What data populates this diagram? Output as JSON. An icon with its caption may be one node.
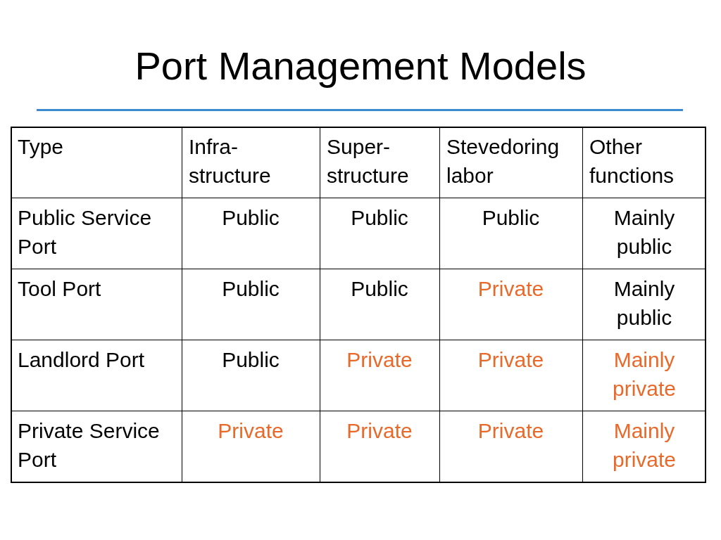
{
  "diagram": {
    "title": "Port Management Models",
    "labels": [
      "Type",
      "Infra- structure",
      "Super- structure",
      "Stevedoring labor",
      "Other functions",
      "Public Service Port",
      "Public",
      "Public",
      "Public",
      "Mainly public",
      "Tool Port",
      "Public",
      "Public",
      "Private",
      "Mainly public",
      "Landlord Port",
      "Public",
      "Private",
      "Private",
      "Mainly private",
      "Private Service Port",
      "Private",
      "Private",
      "Private",
      "Mainly private"
    ]
  }
}
